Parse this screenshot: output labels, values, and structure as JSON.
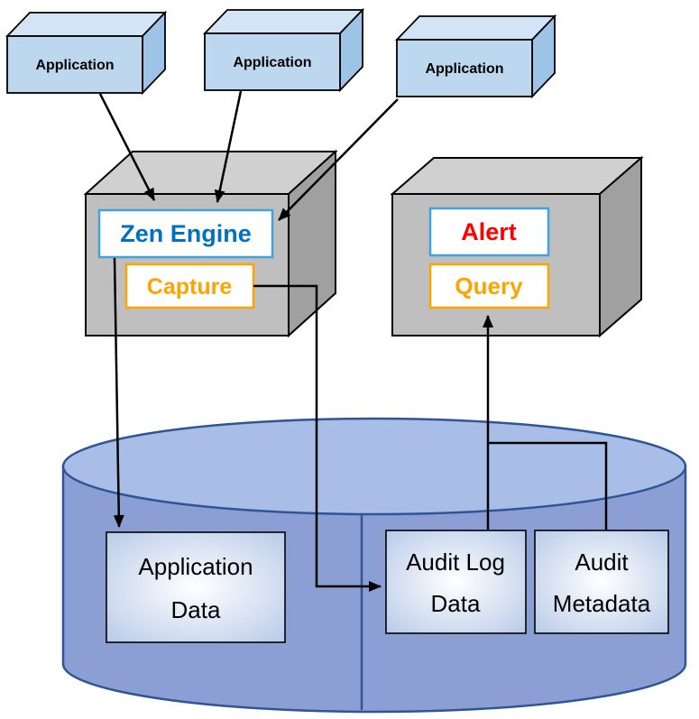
{
  "diagram": {
    "applications": [
      {
        "label": "Application"
      },
      {
        "label": "Application"
      },
      {
        "label": "Application"
      }
    ],
    "zen_engine": {
      "label": "Zen Engine"
    },
    "capture": {
      "label": "Capture"
    },
    "alert": {
      "label": "Alert"
    },
    "query": {
      "label": "Query"
    },
    "stores": {
      "application_data": {
        "line1": "Application",
        "line2": "Data"
      },
      "audit_log_data": {
        "line1": "Audit Log",
        "line2": "Data"
      },
      "audit_metadata": {
        "line1": "Audit",
        "line2": "Metadata"
      }
    },
    "colors": {
      "application_cube_fill": "#BDD7EE",
      "application_cube_top": "#D2E4F5",
      "application_cube_side": "#9DC3E6",
      "engine_cube_fill": "#BFBFBF",
      "engine_cube_top": "#D0D0D0",
      "engine_cube_side": "#A0A0A0",
      "zen_engine_text": "#0070C0",
      "blue_border": "#41A1E1",
      "orange": "#FCA402",
      "alert_text": "#FF0000",
      "cylinder_body": "#8B9FD4",
      "cylinder_top": "#A9BEE6",
      "cylinder_stroke": "#2F5597",
      "arrow": "#000000"
    }
  }
}
